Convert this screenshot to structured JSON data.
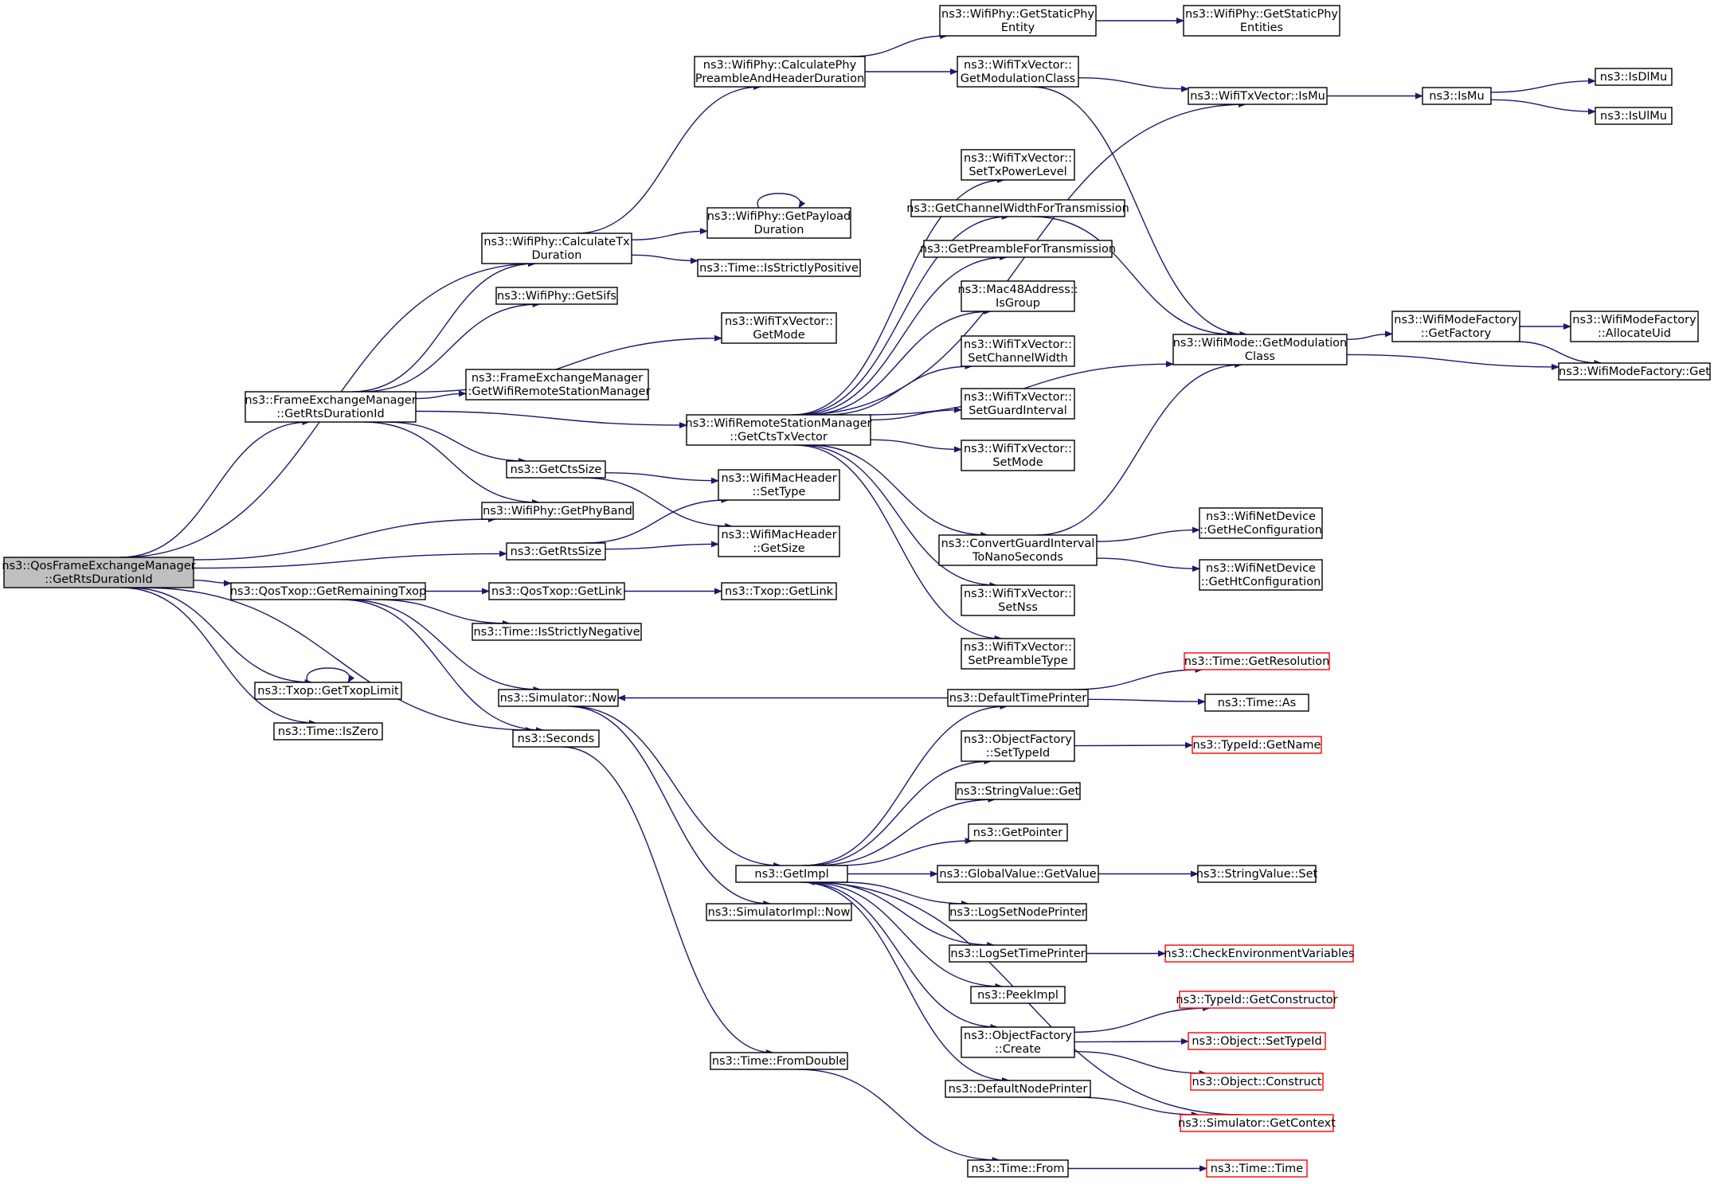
{
  "diagram": {
    "title": "",
    "edge_color": "#191970",
    "truncated_node_color": "#ff0000",
    "root_fill_color": "#bfbfbf",
    "nodes": [
      {
        "id": "root",
        "lines": [
          "ns3::QosFrameExchangeManager",
          "::GetRtsDurationId"
        ],
        "root": true
      },
      {
        "id": "femRts",
        "lines": [
          "ns3::FrameExchangeManager",
          "::GetRtsDurationId"
        ]
      },
      {
        "id": "remTxop",
        "lines": [
          "ns3::QosTxop::GetRemainingTxop"
        ]
      },
      {
        "id": "txopLimit",
        "lines": [
          "ns3::Txop::GetTxopLimit"
        ]
      },
      {
        "id": "isZero",
        "lines": [
          "ns3::Time::IsZero"
        ]
      },
      {
        "id": "calcTx",
        "lines": [
          "ns3::WifiPhy::CalculateTx",
          "Duration"
        ]
      },
      {
        "id": "getSifs",
        "lines": [
          "ns3::WifiPhy::GetSifs"
        ]
      },
      {
        "id": "getWrsm",
        "lines": [
          "ns3::FrameExchangeManager",
          "::GetWifiRemoteStationManager"
        ]
      },
      {
        "id": "getCtsSize",
        "lines": [
          "ns3::GetCtsSize"
        ]
      },
      {
        "id": "getPhyBand",
        "lines": [
          "ns3::WifiPhy::GetPhyBand"
        ]
      },
      {
        "id": "getRtsSize",
        "lines": [
          "ns3::GetRtsSize"
        ]
      },
      {
        "id": "qosGetLink",
        "lines": [
          "ns3::QosTxop::GetLink"
        ]
      },
      {
        "id": "isStrictlyNeg",
        "lines": [
          "ns3::Time::IsStrictlyNegative"
        ]
      },
      {
        "id": "simNow",
        "lines": [
          "ns3::Simulator::Now"
        ]
      },
      {
        "id": "seconds",
        "lines": [
          "ns3::Seconds"
        ]
      },
      {
        "id": "calcPre",
        "lines": [
          "ns3::WifiPhy::CalculatePhy",
          "PreambleAndHeaderDuration"
        ]
      },
      {
        "id": "getPayload",
        "lines": [
          "ns3::WifiPhy::GetPayload",
          "Duration"
        ]
      },
      {
        "id": "isStrictlyPos",
        "lines": [
          "ns3::Time::IsStrictlyPositive"
        ]
      },
      {
        "id": "txvGetMode",
        "lines": [
          "ns3::WifiTxVector::",
          "GetMode"
        ]
      },
      {
        "id": "getCtsTxv",
        "lines": [
          "ns3::WifiRemoteStationManager",
          "::GetCtsTxVector"
        ]
      },
      {
        "id": "setType",
        "lines": [
          "ns3::WifiMacHeader",
          "::SetType"
        ]
      },
      {
        "id": "getSize",
        "lines": [
          "ns3::WifiMacHeader",
          "::GetSize"
        ]
      },
      {
        "id": "txopGetLink",
        "lines": [
          "ns3::Txop::GetLink"
        ]
      },
      {
        "id": "getImpl",
        "lines": [
          "ns3::GetImpl"
        ]
      },
      {
        "id": "simImplNow",
        "lines": [
          "ns3::SimulatorImpl::Now"
        ]
      },
      {
        "id": "fromDouble",
        "lines": [
          "ns3::Time::FromDouble"
        ]
      },
      {
        "id": "getStaticPhy",
        "lines": [
          "ns3::WifiPhy::GetStaticPhy",
          "Entity"
        ]
      },
      {
        "id": "getModClassTxv",
        "lines": [
          "ns3::WifiTxVector::",
          "GetModulationClass"
        ]
      },
      {
        "id": "setTxPower",
        "lines": [
          "ns3::WifiTxVector::",
          "SetTxPowerLevel"
        ]
      },
      {
        "id": "getChWidth",
        "lines": [
          "ns3::GetChannelWidthForTransmission"
        ]
      },
      {
        "id": "getPreamble",
        "lines": [
          "ns3::GetPreambleForTransmission"
        ]
      },
      {
        "id": "isGroup",
        "lines": [
          "ns3::Mac48Address::",
          "IsGroup"
        ]
      },
      {
        "id": "setChWidth",
        "lines": [
          "ns3::WifiTxVector::",
          "SetChannelWidth"
        ]
      },
      {
        "id": "setGuard",
        "lines": [
          "ns3::WifiTxVector::",
          "SetGuardInterval"
        ]
      },
      {
        "id": "setMode",
        "lines": [
          "ns3::WifiTxVector::",
          "SetMode"
        ]
      },
      {
        "id": "convGuard",
        "lines": [
          "ns3::ConvertGuardInterval",
          "ToNanoSeconds"
        ]
      },
      {
        "id": "setNss",
        "lines": [
          "ns3::WifiTxVector::",
          "SetNss"
        ]
      },
      {
        "id": "setPreambleType",
        "lines": [
          "ns3::WifiTxVector::",
          "SetPreambleType"
        ]
      },
      {
        "id": "defTimePrinter",
        "lines": [
          "ns3::DefaultTimePrinter"
        ]
      },
      {
        "id": "ofSetTypeId",
        "lines": [
          "ns3::ObjectFactory",
          "::SetTypeId"
        ]
      },
      {
        "id": "strGet",
        "lines": [
          "ns3::StringValue::Get"
        ]
      },
      {
        "id": "getPointer",
        "lines": [
          "ns3::GetPointer"
        ]
      },
      {
        "id": "gvGetValue",
        "lines": [
          "ns3::GlobalValue::GetValue"
        ]
      },
      {
        "id": "logNode",
        "lines": [
          "ns3::LogSetNodePrinter"
        ]
      },
      {
        "id": "logTime",
        "lines": [
          "ns3::LogSetTimePrinter"
        ]
      },
      {
        "id": "peekImpl",
        "lines": [
          "ns3::PeekImpl"
        ]
      },
      {
        "id": "ofCreate",
        "lines": [
          "ns3::ObjectFactory",
          "::Create"
        ]
      },
      {
        "id": "defNodePrinter",
        "lines": [
          "ns3::DefaultNodePrinter"
        ]
      },
      {
        "id": "timeFrom",
        "lines": [
          "ns3::Time::From"
        ]
      },
      {
        "id": "getStaticPhyEnt",
        "lines": [
          "ns3::WifiPhy::GetStaticPhy",
          "Entities"
        ]
      },
      {
        "id": "txvIsMu",
        "lines": [
          "ns3::WifiTxVector::IsMu"
        ]
      },
      {
        "id": "modeGetModClass",
        "lines": [
          "ns3::WifiMode::GetModulation",
          "Class"
        ]
      },
      {
        "id": "getHeConf",
        "lines": [
          "ns3::WifiNetDevice",
          "::GetHeConfiguration"
        ]
      },
      {
        "id": "getHtConf",
        "lines": [
          "ns3::WifiNetDevice",
          "::GetHtConfiguration"
        ]
      },
      {
        "id": "getResolution",
        "lines": [
          "ns3::Time::GetResolution"
        ],
        "truncated": true
      },
      {
        "id": "timeAs",
        "lines": [
          "ns3::Time::As"
        ]
      },
      {
        "id": "typeIdGetName",
        "lines": [
          "ns3::TypeId::GetName"
        ],
        "truncated": true
      },
      {
        "id": "strSet",
        "lines": [
          "ns3::StringValue::Set"
        ]
      },
      {
        "id": "checkEnv",
        "lines": [
          "ns3::CheckEnvironmentVariables"
        ],
        "truncated": true
      },
      {
        "id": "getConstructor",
        "lines": [
          "ns3::TypeId::GetConstructor"
        ],
        "truncated": true
      },
      {
        "id": "objSetTypeId",
        "lines": [
          "ns3::Object::SetTypeId"
        ],
        "truncated": true
      },
      {
        "id": "objConstruct",
        "lines": [
          "ns3::Object::Construct"
        ],
        "truncated": true
      },
      {
        "id": "simGetContext",
        "lines": [
          "ns3::Simulator::GetContext"
        ],
        "truncated": true
      },
      {
        "id": "timeTime",
        "lines": [
          "ns3::Time::Time"
        ],
        "truncated": true
      },
      {
        "id": "isMu",
        "lines": [
          "ns3::IsMu"
        ]
      },
      {
        "id": "wmfGetFactory",
        "lines": [
          "ns3::WifiModeFactory",
          "::GetFactory"
        ]
      },
      {
        "id": "isDlMu",
        "lines": [
          "ns3::IsDlMu"
        ]
      },
      {
        "id": "isUlMu",
        "lines": [
          "ns3::IsUlMu"
        ]
      },
      {
        "id": "wmfAllocUid",
        "lines": [
          "ns3::WifiModeFactory",
          "::AllocateUid"
        ]
      },
      {
        "id": "wmfGet",
        "lines": [
          "ns3::WifiModeFactory::Get"
        ]
      }
    ],
    "edges": [
      [
        "root",
        "femRts"
      ],
      [
        "root",
        "calcTx"
      ],
      [
        "root",
        "getPhyBand"
      ],
      [
        "root",
        "getRtsSize"
      ],
      [
        "root",
        "remTxop"
      ],
      [
        "root",
        "txopLimit"
      ],
      [
        "root",
        "isZero"
      ],
      [
        "root",
        "seconds"
      ],
      [
        "femRts",
        "calcTx"
      ],
      [
        "femRts",
        "getSifs"
      ],
      [
        "femRts",
        "txvGetMode"
      ],
      [
        "femRts",
        "getWrsm"
      ],
      [
        "femRts",
        "getCtsTxv"
      ],
      [
        "femRts",
        "getCtsSize"
      ],
      [
        "femRts",
        "getPhyBand"
      ],
      [
        "calcTx",
        "calcPre"
      ],
      [
        "calcTx",
        "getPayload"
      ],
      [
        "calcTx",
        "isStrictlyPos"
      ],
      [
        "calcPre",
        "getStaticPhy"
      ],
      [
        "calcPre",
        "getModClassTxv"
      ],
      [
        "getStaticPhy",
        "getStaticPhyEnt"
      ],
      [
        "getPayload",
        "getPayload"
      ],
      [
        "getModClassTxv",
        "txvIsMu"
      ],
      [
        "getModClassTxv",
        "modeGetModClass"
      ],
      [
        "txvIsMu",
        "isMu"
      ],
      [
        "isMu",
        "isDlMu"
      ],
      [
        "isMu",
        "isUlMu"
      ],
      [
        "getCtsTxv",
        "txvIsMu"
      ],
      [
        "getCtsTxv",
        "setTxPower"
      ],
      [
        "getCtsTxv",
        "getChWidth"
      ],
      [
        "getCtsTxv",
        "getPreamble"
      ],
      [
        "getCtsTxv",
        "isGroup"
      ],
      [
        "getCtsTxv",
        "setChWidth"
      ],
      [
        "getCtsTxv",
        "setGuard"
      ],
      [
        "getCtsTxv",
        "setMode"
      ],
      [
        "getCtsTxv",
        "modeGetModClass"
      ],
      [
        "getCtsTxv",
        "convGuard"
      ],
      [
        "getCtsTxv",
        "setNss"
      ],
      [
        "getCtsTxv",
        "setPreambleType"
      ],
      [
        "getChWidth",
        "modeGetModClass"
      ],
      [
        "convGuard",
        "modeGetModClass"
      ],
      [
        "convGuard",
        "getHeConf"
      ],
      [
        "convGuard",
        "getHtConf"
      ],
      [
        "modeGetModClass",
        "wmfGetFactory"
      ],
      [
        "modeGetModClass",
        "wmfGet"
      ],
      [
        "wmfGetFactory",
        "wmfAllocUid"
      ],
      [
        "wmfGetFactory",
        "wmfGet"
      ],
      [
        "getCtsSize",
        "setType"
      ],
      [
        "getCtsSize",
        "getSize"
      ],
      [
        "getRtsSize",
        "setType"
      ],
      [
        "getRtsSize",
        "getSize"
      ],
      [
        "remTxop",
        "qosGetLink"
      ],
      [
        "remTxop",
        "isStrictlyNeg"
      ],
      [
        "remTxop",
        "simNow"
      ],
      [
        "remTxop",
        "seconds"
      ],
      [
        "qosGetLink",
        "txopGetLink"
      ],
      [
        "txopLimit",
        "txopLimit"
      ],
      [
        "simNow",
        "getImpl"
      ],
      [
        "simNow",
        "simImplNow"
      ],
      [
        "seconds",
        "fromDouble"
      ],
      [
        "fromDouble",
        "timeFrom"
      ],
      [
        "timeFrom",
        "timeTime"
      ],
      [
        "defTimePrinter",
        "simNow"
      ],
      [
        "defTimePrinter",
        "getResolution"
      ],
      [
        "defTimePrinter",
        "timeAs"
      ],
      [
        "getImpl",
        "defTimePrinter"
      ],
      [
        "getImpl",
        "ofSetTypeId"
      ],
      [
        "getImpl",
        "strGet"
      ],
      [
        "getImpl",
        "getPointer"
      ],
      [
        "getImpl",
        "gvGetValue"
      ],
      [
        "getImpl",
        "logNode"
      ],
      [
        "getImpl",
        "logTime"
      ],
      [
        "getImpl",
        "peekImpl"
      ],
      [
        "getImpl",
        "ofCreate"
      ],
      [
        "getImpl",
        "defNodePrinter"
      ],
      [
        "ofSetTypeId",
        "typeIdGetName"
      ],
      [
        "gvGetValue",
        "strSet"
      ],
      [
        "logTime",
        "checkEnv"
      ],
      [
        "ofCreate",
        "getConstructor"
      ],
      [
        "ofCreate",
        "objSetTypeId"
      ],
      [
        "ofCreate",
        "objConstruct"
      ],
      [
        "defNodePrinter",
        "simGetContext"
      ],
      [
        "simGetContext",
        "getImpl"
      ]
    ]
  }
}
